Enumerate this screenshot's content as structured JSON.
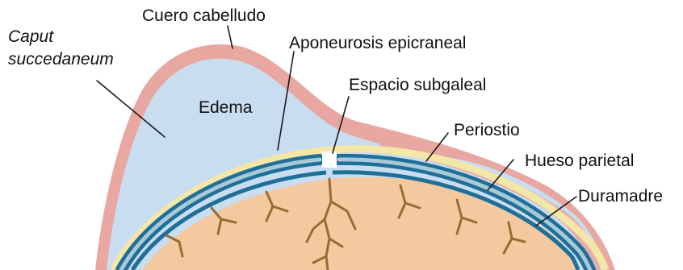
{
  "labels": {
    "scalp": "Cuero cabelludo",
    "caput_line1": "Caput",
    "caput_line2": "succedaneum",
    "aponeurosis": "Aponeurosis epicraneal",
    "edema": "Edema",
    "subgaleal": "Espacio subgaleal",
    "periosteum": "Periostio",
    "parietal": "Hueso parietal",
    "dura": "Duramadre"
  },
  "colors": {
    "scalp": "#e8a7a1",
    "edema": "#c9ddf1",
    "aponeurosis": "#f3e6a6",
    "bone_outer": "#1f6f98",
    "bone_inner": "#a9c9d6",
    "brain": "#f4c9a0",
    "vessels": "#9a6b33"
  }
}
